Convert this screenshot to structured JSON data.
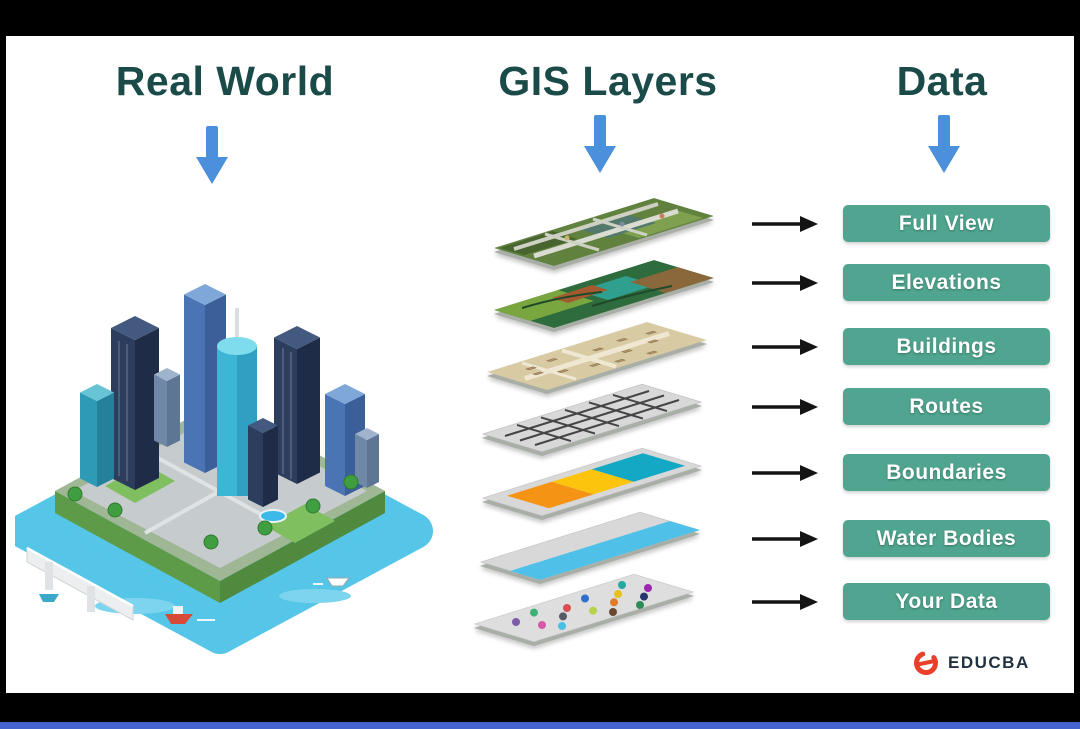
{
  "titles": {
    "real_world": "Real World",
    "gis_layers": "GIS Layers",
    "data": "Data"
  },
  "data_labels": [
    "Full View",
    "Elevations",
    "Buildings",
    "Routes",
    "Boundaries",
    "Water Bodies",
    "Your Data"
  ],
  "logo": {
    "text": "EDUCBA"
  },
  "icons": {
    "down_arrow": "down-arrow-icon",
    "right_arrow": "right-arrow-icon",
    "city": "isometric-city-illustration",
    "layers": [
      "aerial-imagery-layer-icon",
      "terrain-elevation-layer-icon",
      "buildings-map-layer-icon",
      "routes-grid-layer-icon",
      "boundaries-layer-icon",
      "water-bodies-layer-icon",
      "data-points-layer-icon"
    ],
    "logo_mark": "educba-e-swirl-icon"
  },
  "colors": {
    "frame_bg": "#000000",
    "canvas_bg": "#ffffff",
    "title_text": "#1b4b48",
    "pill_bg": "#4fa58f",
    "pill_text": "#ffffff",
    "arrow_down": "#4a90da",
    "arrow_right": "#141414",
    "progress_bar": "#4663d2",
    "logo_red": "#e8402a",
    "logo_text": "#22313f"
  }
}
